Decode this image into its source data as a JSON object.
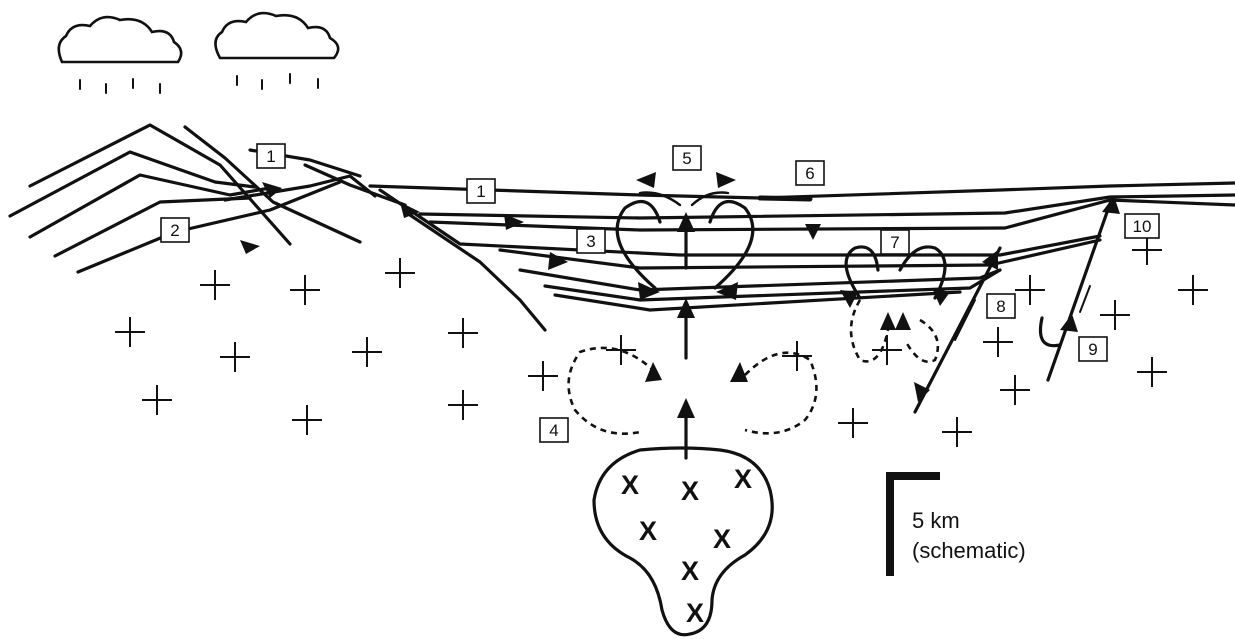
{
  "labels": [
    "1",
    "1",
    "2",
    "3",
    "4",
    "5",
    "6",
    "7",
    "8",
    "9",
    "10"
  ],
  "pluton_marks": [
    "X",
    "X",
    "X",
    "X",
    "X",
    "X",
    "X"
  ],
  "scale_bar": {
    "distance": "5 km",
    "note": "(schematic)"
  }
}
